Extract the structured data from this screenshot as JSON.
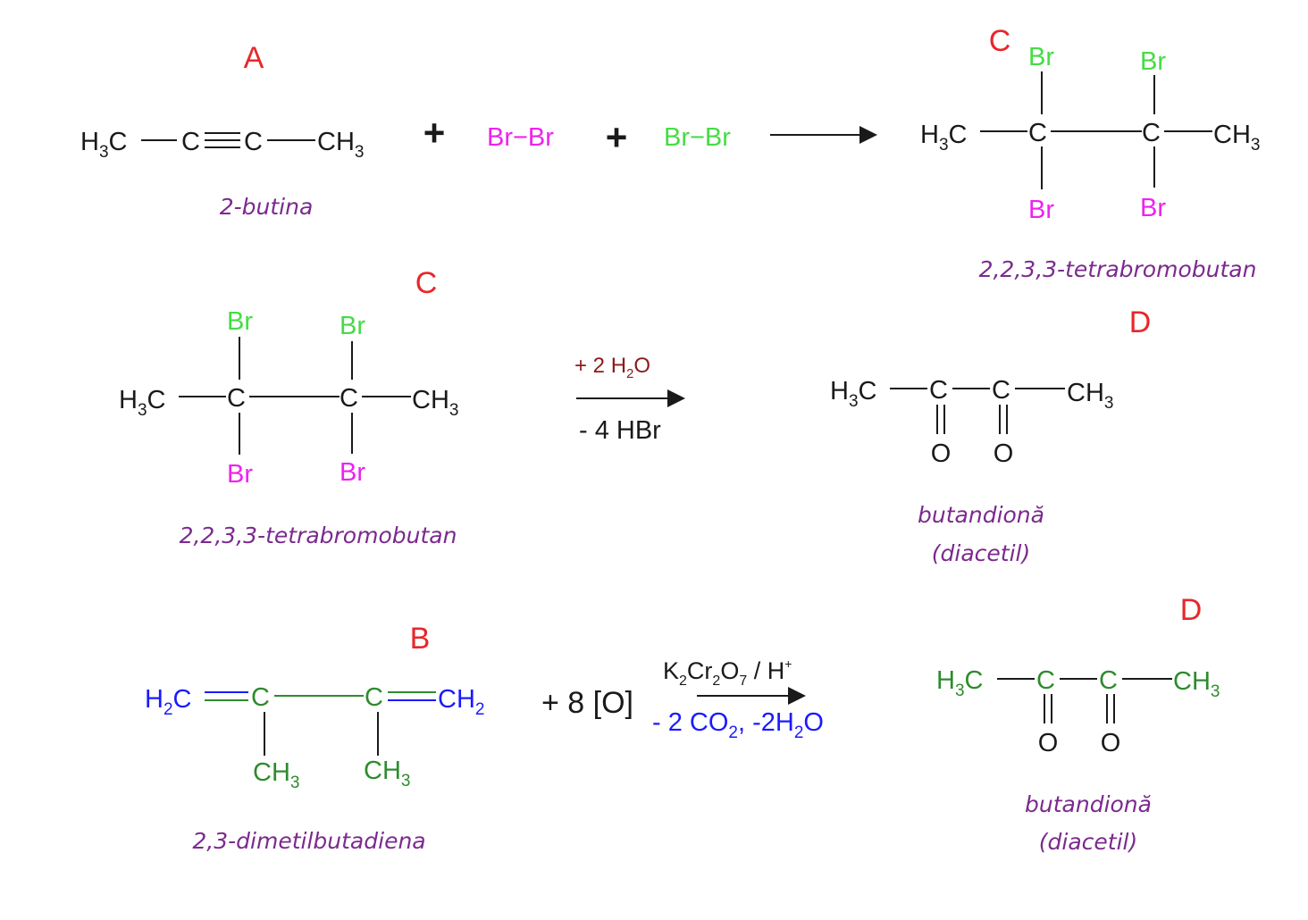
{
  "colors": {
    "label_red": "#e8272b",
    "name_purple": "#7b2a8e",
    "br_magenta": "#ee22ee",
    "br_green": "#44dd44",
    "dark_green": "#2e8b2e",
    "blue": "#1a1aff",
    "dark_red": "#8b1a1a",
    "black": "#1a1a1a"
  },
  "labels": {
    "A": "A",
    "B": "B",
    "C": "C",
    "D": "D"
  },
  "atoms": {
    "H3C_H": "H",
    "H3C_3": "3",
    "H3C_C": "C",
    "C": "C",
    "CH3_CH": "CH",
    "CH3_3": "3",
    "H2C_H": "H",
    "H2C_2": "2",
    "H2C_C": "C",
    "CH2_CH": "CH",
    "CH2_2": "2",
    "Br": "Br",
    "O": "O"
  },
  "reaction1": {
    "plus": "+",
    "bromine": "Br−Br",
    "name_A": "2-butina",
    "name_C": "2,2,3,3-tetrabromobutan"
  },
  "reaction2": {
    "reagent_prefix": "+ 2 H",
    "reagent_sub": "2",
    "reagent_suffix": "O",
    "byproduct": "- 4 HBr",
    "name_C": "2,2,3,3-tetrabromobutan",
    "name_D_1": "butandionă",
    "name_D_2": "(diacetil)"
  },
  "reaction3": {
    "oxidant": "+ 8 [O]",
    "cat_K": "K",
    "cat_K_sub": "2",
    "cat_Cr": "Cr",
    "cat_Cr_sub": "2",
    "cat_O": "O",
    "cat_O_sub": "7",
    "cat_acid": " / H",
    "cat_acid_sup": "+",
    "bp_CO2": "- 2 CO",
    "bp_CO2_sub": "2",
    "bp_comma": ",",
    "bp_H2O": " -2H",
    "bp_H2O_sub": "2",
    "bp_O": "O",
    "name_B": "2,3-dimetilbutadiena",
    "name_D_1": "butandionă",
    "name_D_2": "(diacetil)"
  }
}
